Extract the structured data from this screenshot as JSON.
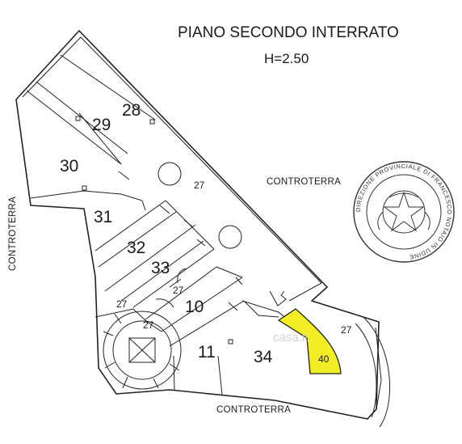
{
  "header": {
    "title": "PIANO SECONDO INTERRATO",
    "height": "H=2.50"
  },
  "sides": {
    "top_right": "CONTROTERRA",
    "left": "CONTROTERRA",
    "bottom": "CONTROTERRA"
  },
  "units": {
    "u28": "28",
    "u29": "29",
    "u30": "30",
    "u31": "31",
    "u32": "32",
    "u33": "33",
    "u10": "10",
    "u11": "11",
    "u34": "34",
    "u40": "40",
    "c_main": "27",
    "c_small_a": "27",
    "c_small_b": "27",
    "c_small_c": "27",
    "c_right": "27"
  },
  "stamp": {
    "ring_text": "DIREZIONE PROVINCIALE DI FRANCESCO NOTAIO IN UDINE"
  },
  "watermark": "casa.it",
  "colors": {
    "highlight": "#f2ee25",
    "line": "#222222"
  }
}
